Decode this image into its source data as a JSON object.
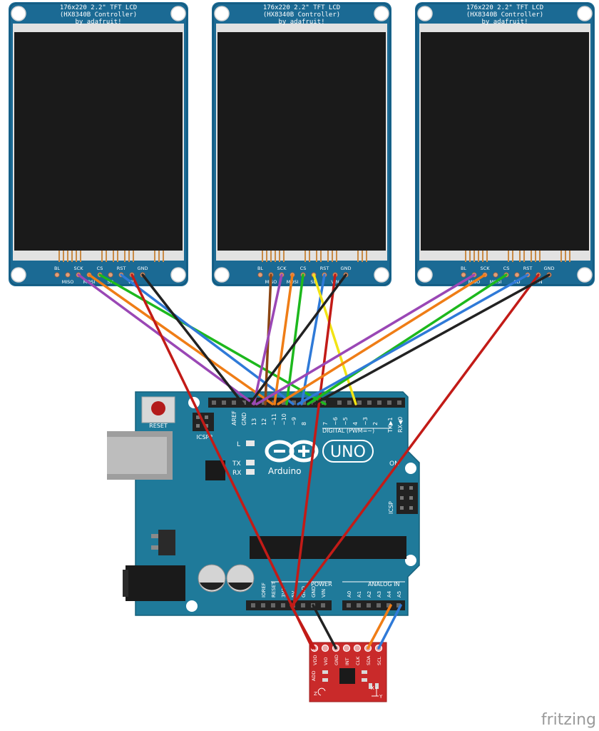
{
  "lcd": {
    "title_line1": "176x220 2.2\" TFT LCD",
    "title_line2": "(HX8340B Controller)",
    "title_line3": "by adafruit!",
    "pins_top": [
      "BL",
      "SCK",
      "CS",
      "RST",
      "GND"
    ],
    "pins_bottom": [
      "MISO",
      "MOSI",
      "SD",
      "VIN"
    ]
  },
  "arduino": {
    "reset_label": "RESET",
    "icsp_label": "ICSP",
    "icsp2_label": "ICSP2",
    "aref_label": "AREF",
    "gnd_label": "GND",
    "digital_pins": [
      "13",
      "12",
      "~11",
      "~10",
      "~9",
      "8",
      "7",
      "~6",
      "~5",
      "4",
      "~3",
      "2",
      "TX▶1",
      "RX◀0"
    ],
    "digital_label": "DIGITAL (PWM=~)",
    "led_l": "L",
    "led_tx": "TX",
    "led_rx": "RX",
    "on_label": "ON",
    "logo_text": "Arduino",
    "uno_text": "UNO",
    "power_label": "POWER",
    "power_pins": [
      "IOREF",
      "RESET",
      "3V3",
      "5V",
      "GND",
      "GND",
      "VIN"
    ],
    "analog_label": "ANALOG IN",
    "analog_pins": [
      "A0",
      "A1",
      "A2",
      "A3",
      "A4",
      "A5"
    ]
  },
  "sensor": {
    "pins": [
      "VDD",
      "VIO",
      "GND",
      "INT",
      "CLK",
      "SDA",
      "SCL"
    ],
    "axis_z": "Z",
    "axis_x": "X",
    "axis_y": "Y",
    "addr_label": "ADD"
  },
  "wire_colors": {
    "red": "#c21b17",
    "black": "#222222",
    "blue": "#2f7ad8",
    "green": "#1db81d",
    "orange": "#ef7d16",
    "purple": "#9a47b5",
    "brown": "#8b4513",
    "yellow": "#f2e415"
  },
  "footer": {
    "brand": "fritzing"
  }
}
